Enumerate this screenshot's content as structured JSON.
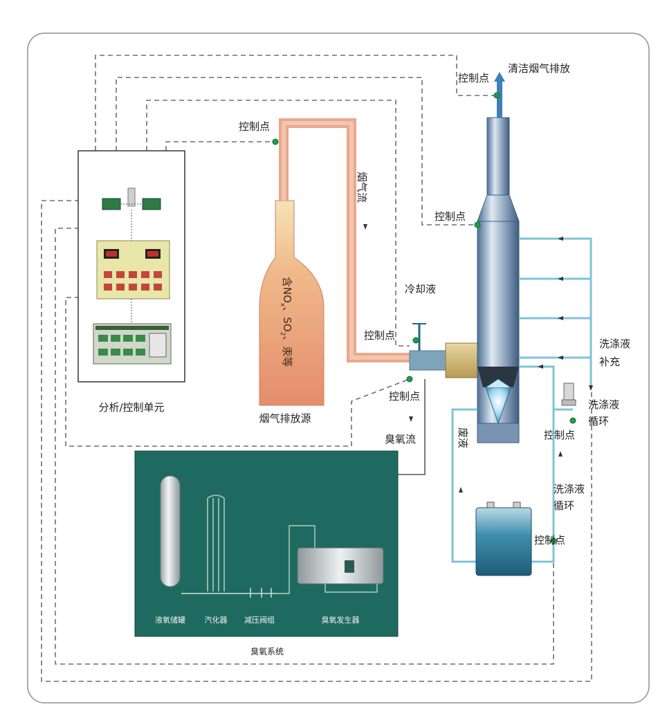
{
  "labels": {
    "clean_exhaust": "清洁烟气排放",
    "cp_top": "控制点",
    "cp_flue": "控制点",
    "flue_flow": "烟气流",
    "cp_tower": "控制点",
    "coolant": "冷却液",
    "cp_quench": "控制点",
    "wash_supply": "洗涤液",
    "wash_supply_2": "补充",
    "cp_ozone_inj": "控制点",
    "wash_cycle": "洗涤液",
    "wash_cycle_2": "循环",
    "ozone_flow": "臭氧流",
    "cp_pump": "控制点",
    "drain": "废液",
    "wash_cycle_b": "洗涤液",
    "wash_cycle_b_2": "循环",
    "cp_tank": "控制点",
    "analysis_unit": "分析/控制单元",
    "flue_source": "烟气排放源",
    "source_content": [
      "含NO",
      "、SO",
      "、汞等"
    ],
    "ozone_system": "臭氧系统",
    "lox_tank": "液氧储罐",
    "vaporizer": "汽化器",
    "pressure_valve": "减压阀组",
    "ozone_generator": "臭氧发生器"
  },
  "colors": {
    "flue_pipe": "#e9a88c",
    "water_line": "#7cc4d8",
    "control_point": "#1f9e4a",
    "ozone_panel": "#1f6a60"
  }
}
